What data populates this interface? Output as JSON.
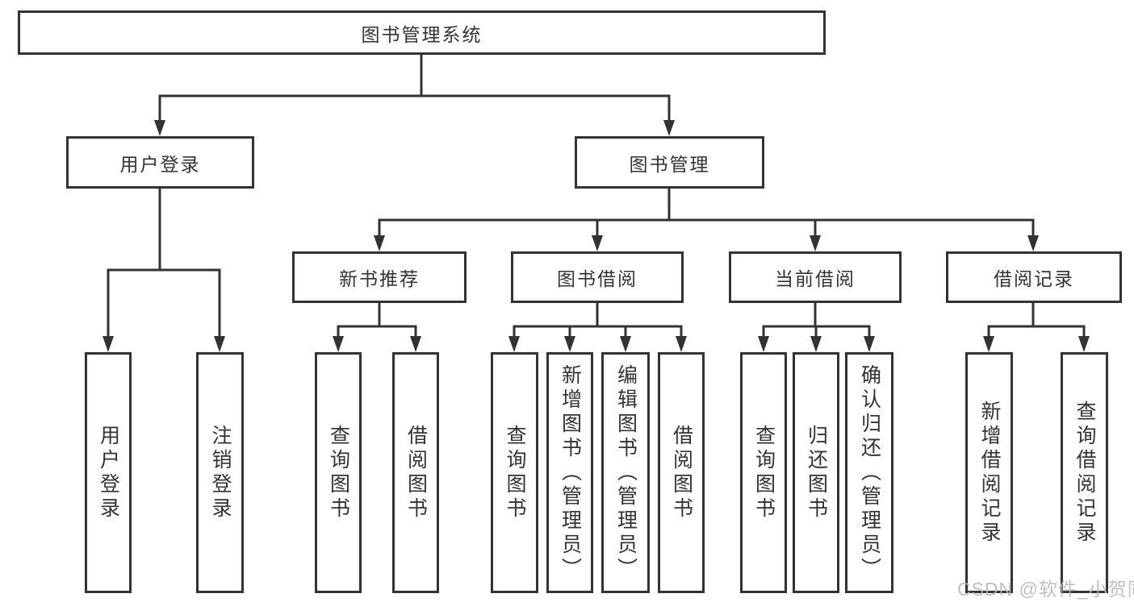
{
  "diagram": {
    "root": {
      "label": "图书管理系统"
    },
    "level2": [
      {
        "id": "user-login",
        "label": "用户登录"
      },
      {
        "id": "book-management",
        "label": "图书管理"
      }
    ],
    "level3": [
      {
        "id": "new-book-recommend",
        "label": "新书推荐",
        "parent": "图书管理"
      },
      {
        "id": "book-borrow",
        "label": "图书借阅",
        "parent": "图书管理"
      },
      {
        "id": "current-borrow",
        "label": "当前借阅",
        "parent": "图书管理"
      },
      {
        "id": "borrow-records",
        "label": "借阅记录",
        "parent": "图书管理"
      }
    ],
    "leaves": [
      {
        "group": "用户登录",
        "label": "用户登录"
      },
      {
        "group": "用户登录",
        "label": "注销登录"
      },
      {
        "group": "新书推荐",
        "label": "查询图书"
      },
      {
        "group": "新书推荐",
        "label": "借阅图书"
      },
      {
        "group": "图书借阅",
        "label": "查询图书"
      },
      {
        "group": "图书借阅",
        "label": "新增图书（管理员）"
      },
      {
        "group": "图书借阅",
        "label": "编辑图书（管理员）"
      },
      {
        "group": "图书借阅",
        "label": "借阅图书"
      },
      {
        "group": "当前借阅",
        "label": "查询图书"
      },
      {
        "group": "当前借阅",
        "label": "归还图书"
      },
      {
        "group": "当前借阅",
        "label": "确认归还（管理员）"
      },
      {
        "group": "借阅记录",
        "label": "新增借阅记录"
      },
      {
        "group": "借阅记录",
        "label": "查询借阅记录"
      }
    ]
  },
  "watermark": {
    "text": "CSDN @软件_小贺同学"
  },
  "colors": {
    "line": "#333333",
    "text": "#333333",
    "background": "#ffffff",
    "watermark": "#b8b8b8"
  }
}
